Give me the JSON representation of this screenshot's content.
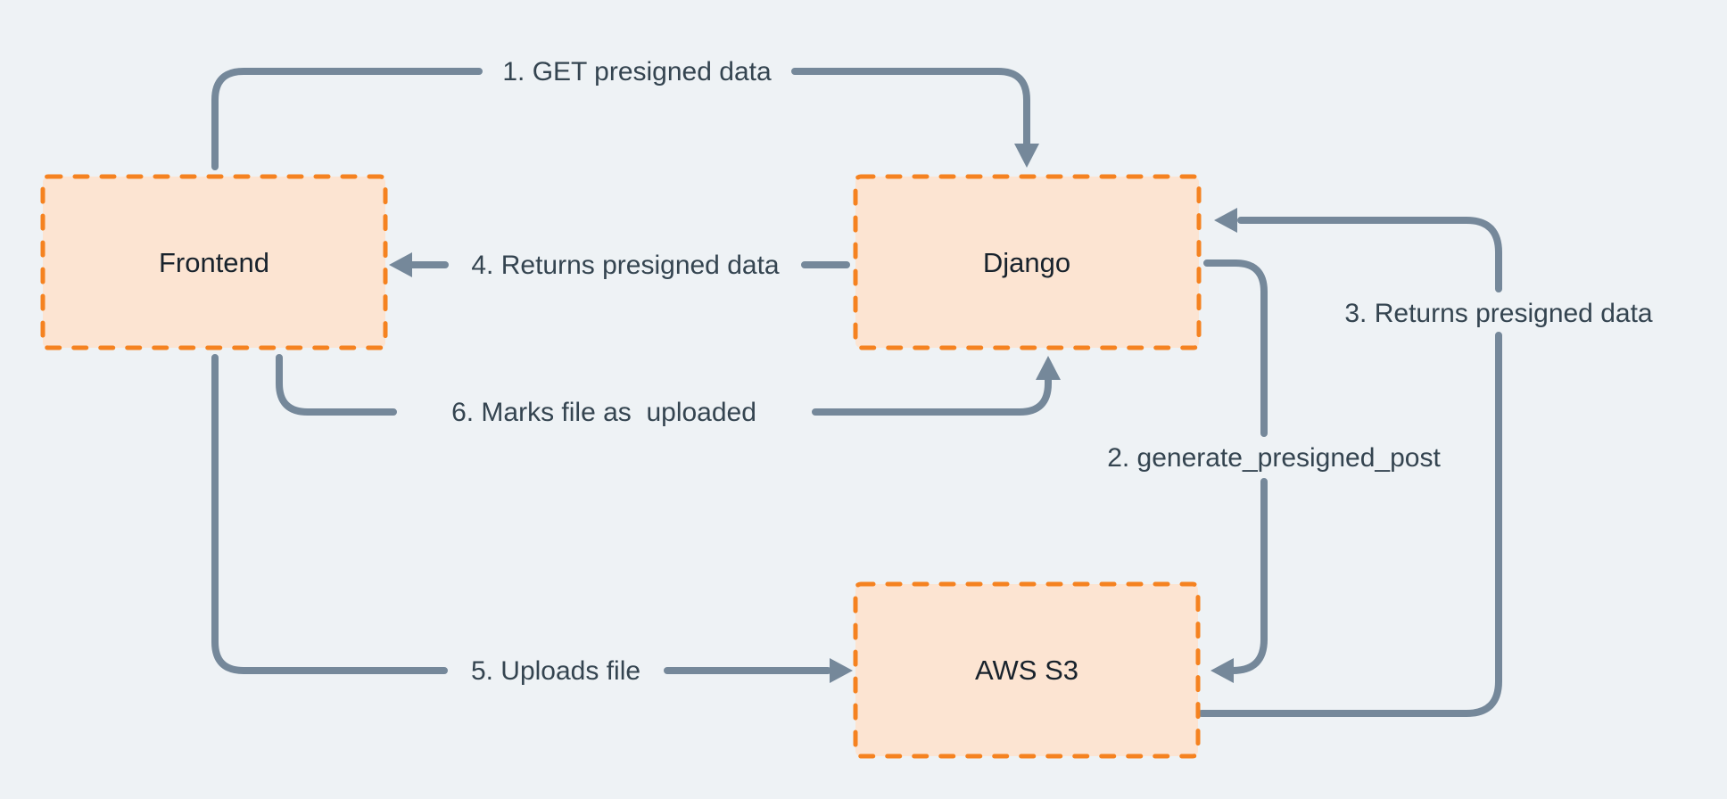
{
  "diagram": {
    "type": "flow-diagram",
    "colors": {
      "background": "#eef2f5",
      "node_fill": "#fce4d2",
      "node_border": "#f58220",
      "edge": "#75889a",
      "node_text": "#18222c",
      "edge_text": "#344450"
    },
    "nodes": [
      {
        "id": "frontend",
        "label": "Frontend"
      },
      {
        "id": "django",
        "label": "Django"
      },
      {
        "id": "awss3",
        "label": "AWS S3"
      }
    ],
    "edges": [
      {
        "id": "e1",
        "from": "frontend",
        "to": "django",
        "label": "1. GET presigned data"
      },
      {
        "id": "e2",
        "from": "django",
        "to": "awss3",
        "label": "2. generate_presigned_post"
      },
      {
        "id": "e3",
        "from": "awss3",
        "to": "django",
        "label": "3. Returns presigned data"
      },
      {
        "id": "e4",
        "from": "django",
        "to": "frontend",
        "label": "4. Returns presigned data"
      },
      {
        "id": "e5",
        "from": "frontend",
        "to": "awss3",
        "label": "5. Uploads file"
      },
      {
        "id": "e6",
        "from": "frontend",
        "to": "django",
        "label": "6. Marks file as  uploaded"
      }
    ]
  }
}
